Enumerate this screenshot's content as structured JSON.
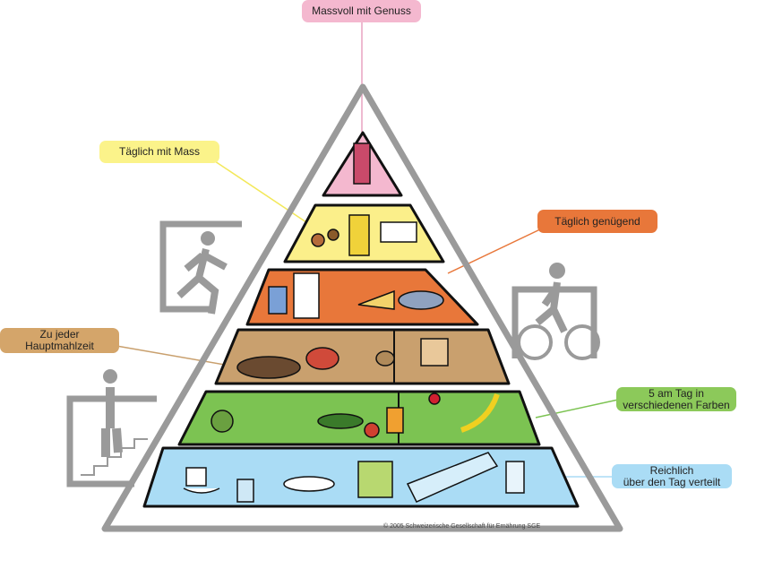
{
  "labels": {
    "top": "Massvoll mit Genuss",
    "sweets_oils": "Täglich mit Mass",
    "protein": "Täglich genügend",
    "grains_line1": "Zu jeder",
    "grains_line2": "Hauptmahlzeit",
    "fruit_veg_line1": "5 am Tag in",
    "fruit_veg_line2": "verschiedenen Farben",
    "water_line1": "Reichlich",
    "water_line2": "über den Tag verteilt"
  },
  "copyright": "© 2005 Schweizerische Gesellschaft für Ernährung SGE",
  "colors": {
    "pink": "#f4b8cf",
    "yellow": "#fbef8a",
    "orange": "#e8773a",
    "tan": "#c9a06e",
    "green": "#7cc352",
    "blue": "#aadcf5",
    "frame": "#9a9a9a"
  },
  "activity_icons": [
    "walking-icon",
    "jogging-icon",
    "stairs-icon",
    "cycling-icon"
  ]
}
